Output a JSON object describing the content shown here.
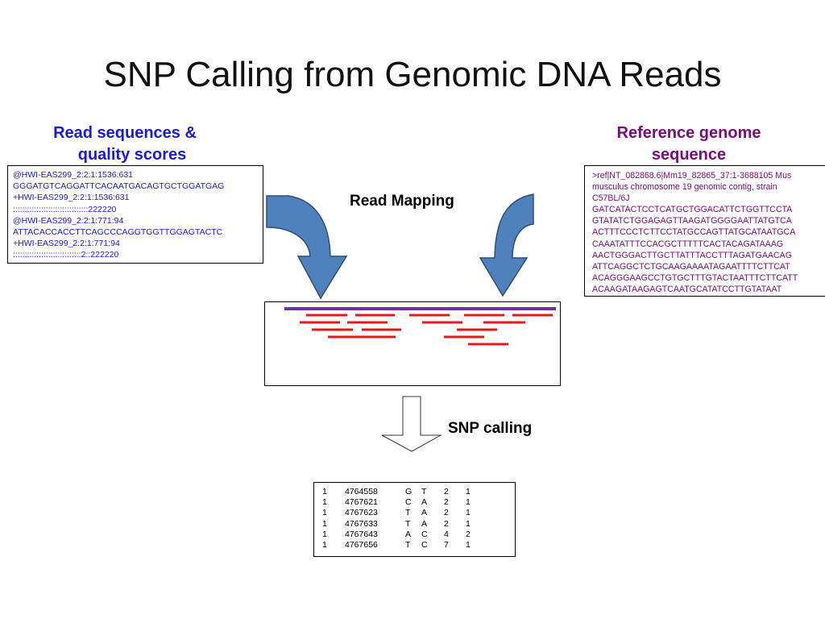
{
  "slide": {
    "title": "SNP Calling from Genomic DNA Reads"
  },
  "reads_heading": {
    "line1": "Read sequences &",
    "line2": "quality scores",
    "color": "#1a1ad6"
  },
  "reference_heading": {
    "line1": "Reference genome",
    "line2": "sequence",
    "color": "#7a0b7a"
  },
  "fastq_lines": [
    "@HWI-EAS299_2:2:1:1536:631",
    "GGGATGTCAGGATTCACAATGACAGTGCTGGATGAG",
    "+HWI-EAS299_2:2:1:1536:631",
    "::::::::::::::::::::::::::::::::222220",
    "@HWI-EAS299_2:2:1:771:94",
    "ATTACACCACCTTCAGCCCAGGTGGTTGGAGTACTC",
    "+HWI-EAS299_2:2:1:771:94",
    ":::::::::::::::::::::::::::::2::222220"
  ],
  "reference_lines": [
    ">ref|NT_082868.6|Mm19_82865_37:1-3688105 Mus",
    "musculus chromosome 19 genomic contig, strain",
    "C57BL/6J",
    "GATCATACTCCTCATGCTGGACATTCTGGTTCCTA",
    "GTATATCTGGAGAGTTAAGATGGGGAATTATGTCA",
    "ACTTTCCCTCTTCCTATGCCAGTTATGCATAATGCA",
    "CAAATATTTCCACGCTTTTTCACTACAGATAAAG",
    "AACTGGGACTTGCTTATTTACCTTTAGATGAACAG",
    "ATTCAGGCTCTGCAAGAAAATAGAATTTTCTTCAT",
    "ACAGGGAAGCCTGTGCTTTGTACTAATTTCTTCATT",
    "ACAAGATAAGAGTCAATGCATATCCTTGTATAAT"
  ],
  "read_mapping_label": "Read Mapping",
  "snp_calling_label": "SNP calling",
  "colors": {
    "arrow_fill": "#4f81bd",
    "arrow_stroke": "#2c4d75",
    "reference_line": "#7030a0",
    "read_line": "#e31b1b"
  },
  "snp_table": {
    "rows": [
      [
        "1",
        "4764558",
        "G",
        "T",
        "2",
        "1"
      ],
      [
        "1",
        "4767621",
        "C",
        "A",
        "2",
        "1"
      ],
      [
        "1",
        "4767623",
        "T",
        "A",
        "2",
        "1"
      ],
      [
        "1",
        "4767633",
        "T",
        "A",
        "2",
        "1"
      ],
      [
        "1",
        "4767643",
        "A",
        "C",
        "4",
        "2"
      ],
      [
        "1",
        "4767656",
        "T",
        "C",
        "7",
        "1"
      ]
    ]
  }
}
